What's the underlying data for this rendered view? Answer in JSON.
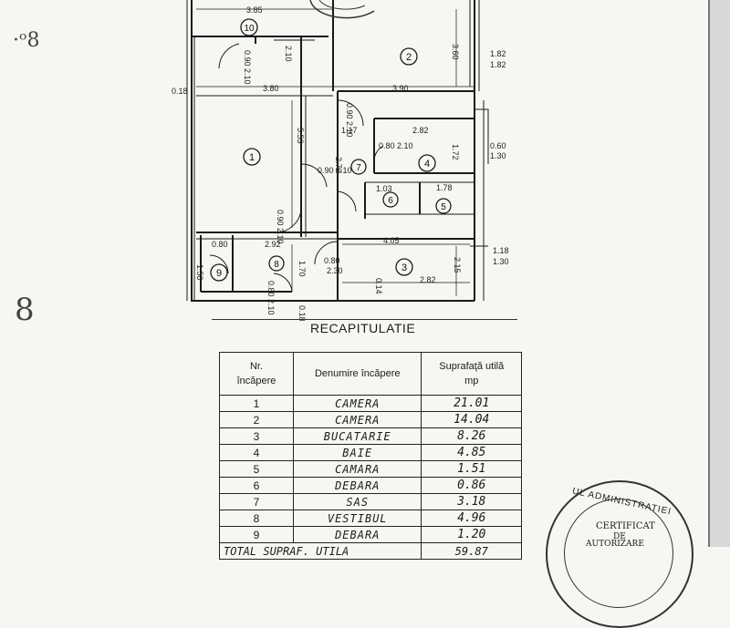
{
  "margin_marks": [
    "·ᵒ8",
    "8"
  ],
  "plan": {
    "room_numbers": [
      "1",
      "2",
      "3",
      "4",
      "5",
      "6",
      "7",
      "8",
      "9",
      "10"
    ],
    "dimensions": {
      "d385": "3.85",
      "d380": "3.80",
      "d390": "3.90",
      "d553": "5.53",
      "d360": "3.60",
      "d282a": "2.82",
      "d172": "1.72",
      "d405": "4.05",
      "d292": "2.92",
      "d282b": "2.82",
      "d215": "2.15",
      "d170": "1.70",
      "d150": "1.50",
      "d103": "1.03",
      "d178": "1.78",
      "d080a": "0.80",
      "d080b": "0.80",
      "d018a": "0.18",
      "d018b": "0.18",
      "d014": "0.14",
      "d117": "1.17",
      "d230": "2.30",
      "d182": "1.82",
      "d182b": "1.82",
      "d060": "0.60",
      "d130": "1.30",
      "d118": "1.18",
      "d130b": "1.30",
      "d090_210a": "0.90\n2.10",
      "d090_210b": "0.90\n2.10",
      "d090_210c": "0.90\n2.10",
      "d090_210d": "0.90\n2.10",
      "d080_210": "0.80\n2.10",
      "d080_210b": "0.80\n2.10",
      "d272": "2.72",
      "d210": "2.10"
    }
  },
  "recap": {
    "title": "RECAPITULATIE",
    "headers": {
      "nr": "Nr.\nîncăpere",
      "name": "Denumire încăpere",
      "area": "Suprafaţă utilă\nmp"
    },
    "rows": [
      {
        "nr": "1",
        "name": "CAMERA",
        "area": "21.01"
      },
      {
        "nr": "2",
        "name": "CAMERA",
        "area": "14.04"
      },
      {
        "nr": "3",
        "name": "BUCATARIE",
        "area": "8.26"
      },
      {
        "nr": "4",
        "name": "BAIE",
        "area": "4.85"
      },
      {
        "nr": "5",
        "name": "CAMARA",
        "area": "1.51"
      },
      {
        "nr": "6",
        "name": "DEBARA",
        "area": "0.86"
      },
      {
        "nr": "7",
        "name": "SAS",
        "area": "3.18"
      },
      {
        "nr": "8",
        "name": "VESTIBUL",
        "area": "4.96"
      },
      {
        "nr": "9",
        "name": "DEBARA",
        "area": "1.20"
      }
    ],
    "total": {
      "label": "TOTAL SUPRAF. UTILA",
      "area": "59.87"
    }
  },
  "stamp": {
    "ring_text": "UL ADMINISTRATIEI",
    "line1": "CERTIFICAT",
    "line2": "DE",
    "line3": "AUTORIZARE"
  }
}
